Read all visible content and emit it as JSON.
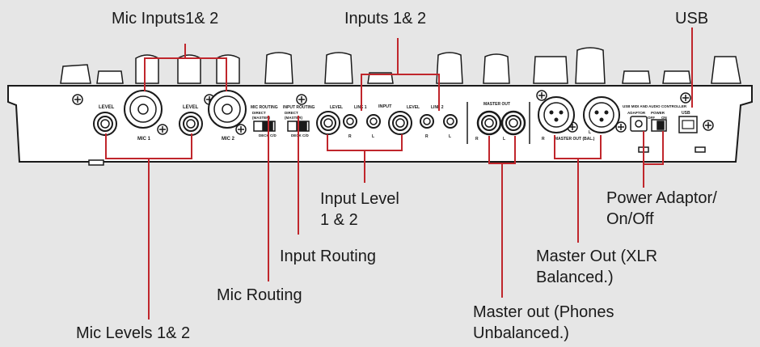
{
  "colors": {
    "background": "#e6e6e6",
    "device_fill": "#ffffff",
    "outline": "#1a1a1a",
    "callout_line": "#c0262c"
  },
  "callouts": {
    "mic_inputs": "Mic  Inputs1& 2",
    "inputs": "Inputs 1& 2",
    "usb": "USB",
    "input_level_l1": "Input  Level",
    "input_level_l2": "1  &  2",
    "power_l1": "Power Adaptor/",
    "power_l2": "On/Off",
    "input_routing": "Input Routing",
    "master_xlr_l1": "Master  Out  (XLR",
    "master_xlr_l2": "Balanced.)",
    "mic_routing": "Mic Routing",
    "master_phones_l1": "Master out (Phones",
    "master_phones_l2": "Unbalanced.)",
    "mic_levels": "Mic  Levels  1&  2"
  },
  "panel_text": {
    "level_1": "LEVEL",
    "mic1": "MIC 1",
    "level_2": "LEVEL",
    "mic2": "MIC 2",
    "mic_routing": "MIC ROUTING",
    "mic_routing_direct": "DIRECT",
    "mic_routing_master": "(MASTER)",
    "mic_routing_deck": "DECK C/D",
    "input_routing": "INPUT ROUTING",
    "input_routing_direct": "DIRECT",
    "input_routing_master": "(MASTER)",
    "input_routing_deck": "DECK C/D",
    "level_3": "LEVEL",
    "line1": "LINE 1",
    "input": "INPUT",
    "level_4": "LEVEL",
    "line2": "LINE 2",
    "r1": "R",
    "l1": "L",
    "r2": "R",
    "l2": "L",
    "master_out": "MASTER OUT",
    "r3": "R",
    "l3": "L",
    "r4": "R",
    "l4": "L",
    "master_out_bal": "MASTER OUT (BAL.)",
    "usb_midi": "USB MIDI AND AUDIO CONTROLLER",
    "adaptor": "ADAPTOR",
    "power": "POWER",
    "off": "OFF",
    "on": "ON",
    "usb": "USB"
  }
}
